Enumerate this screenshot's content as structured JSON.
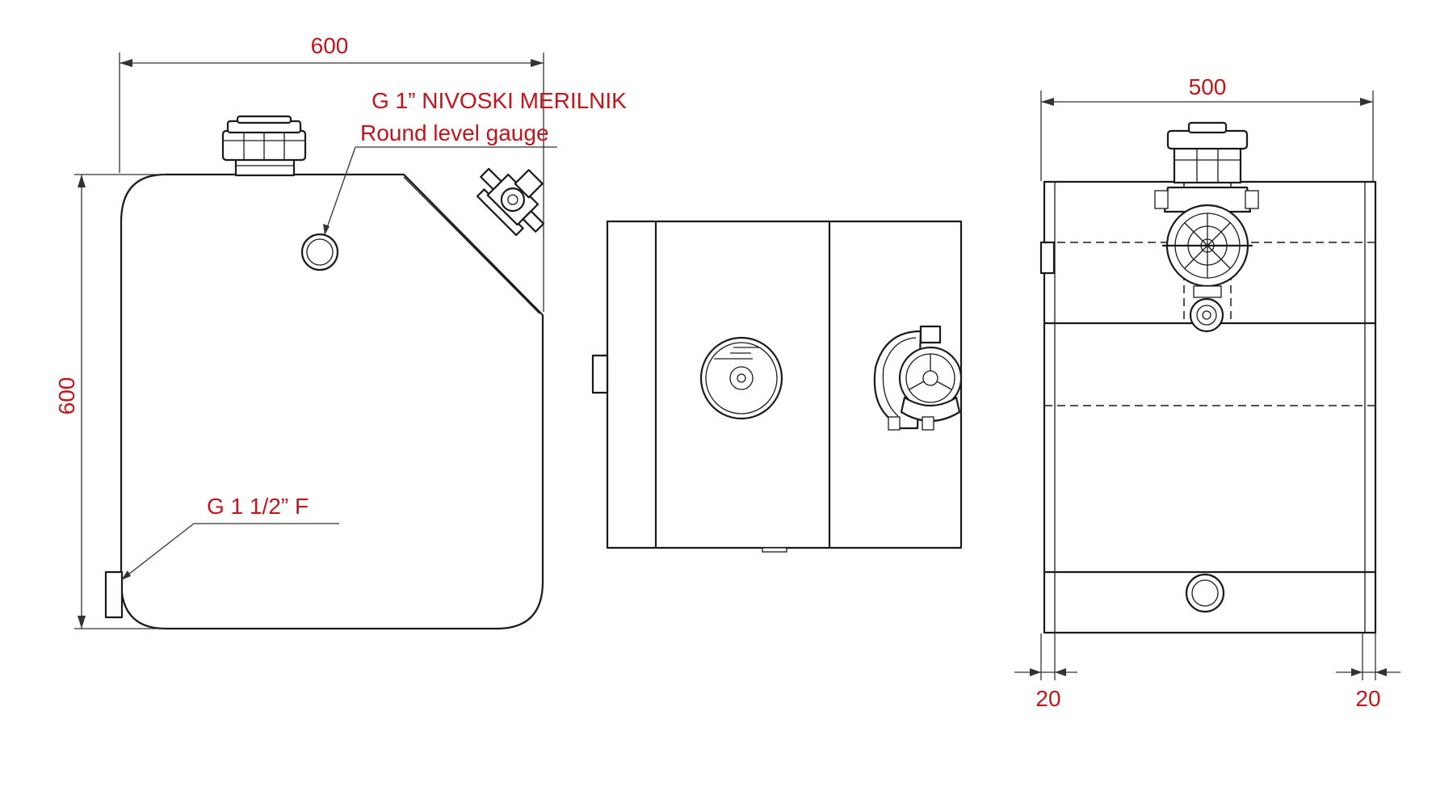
{
  "drawing": {
    "accent_color": "#c0161b",
    "side_view": {
      "width_dim": "600",
      "height_dim": "600",
      "gauge_label_sl": "G 1” NIVOSKI MERILNIK",
      "gauge_label_en": "Round level gauge",
      "port_label": "G 1 1/2” F"
    },
    "end_view": {
      "width_dim": "500",
      "left_margin_dim": "20",
      "right_margin_dim": "20"
    }
  }
}
